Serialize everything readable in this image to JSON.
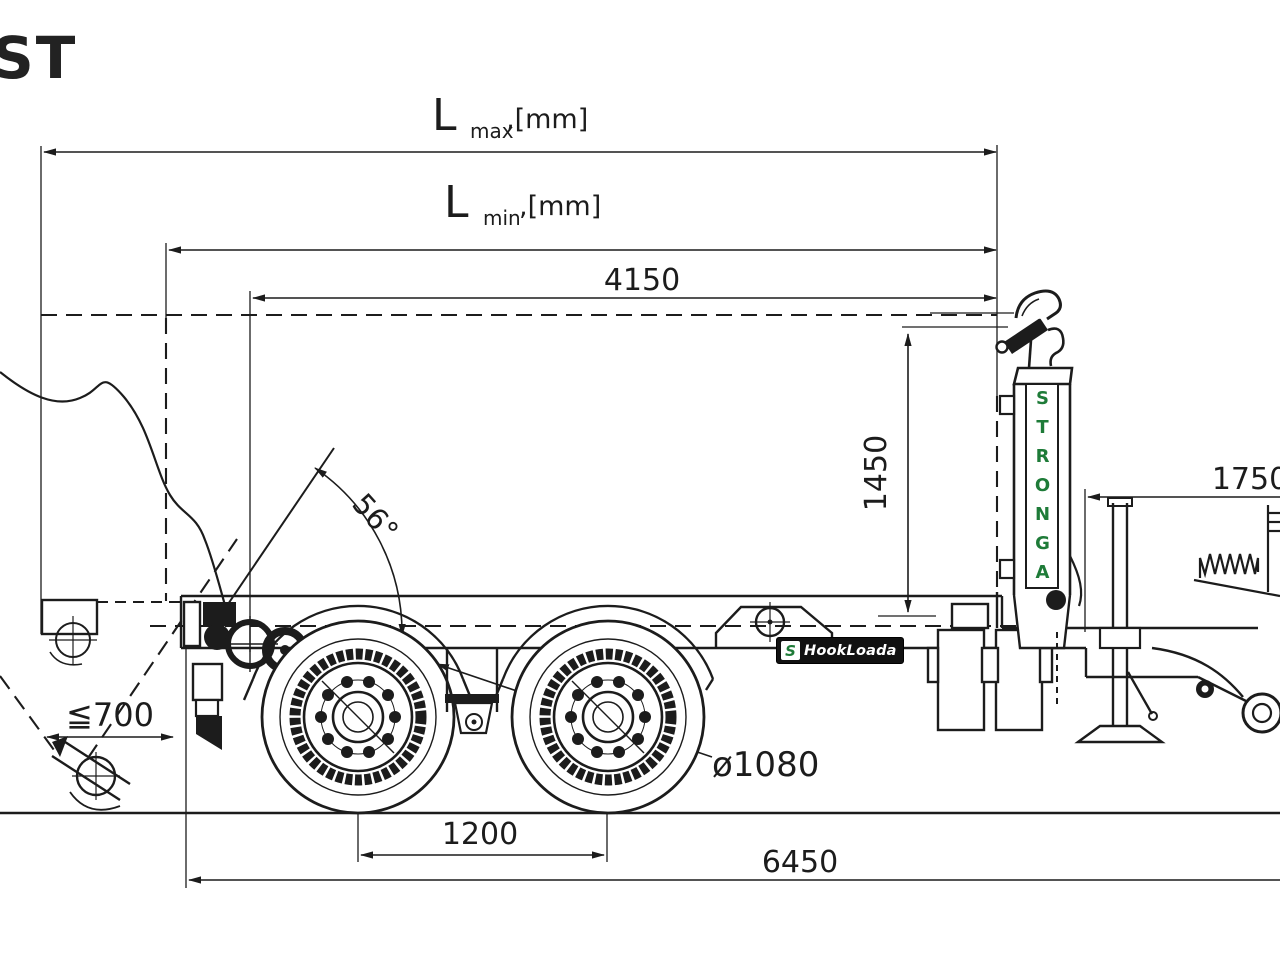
{
  "drawing": {
    "type": "hook-lift-trailer-side-view",
    "colors": {
      "line": "#1c1c1c",
      "brand_green": "#1e7b38",
      "label_bg": "#111111",
      "label_text": "#ffffff"
    }
  },
  "labels": {
    "title_fragment": "ST",
    "l_max": {
      "sym": "L",
      "sub": "max",
      "unit": ",[mm]"
    },
    "l_min": {
      "sym": "L",
      "sub": "min",
      "unit": ",[mm]"
    },
    "frame_length": "4150",
    "hook_height": "1450",
    "drawbar_length": "1750",
    "tipping_angle": "56°",
    "load_height": "≦700",
    "wheel_diameter": "ø1080",
    "axle_spacing": "1200",
    "overall_length": "6450"
  },
  "branding": {
    "arm_text": "STRONGA",
    "frame_label": "HookLoada",
    "logo_glyph": "S"
  }
}
